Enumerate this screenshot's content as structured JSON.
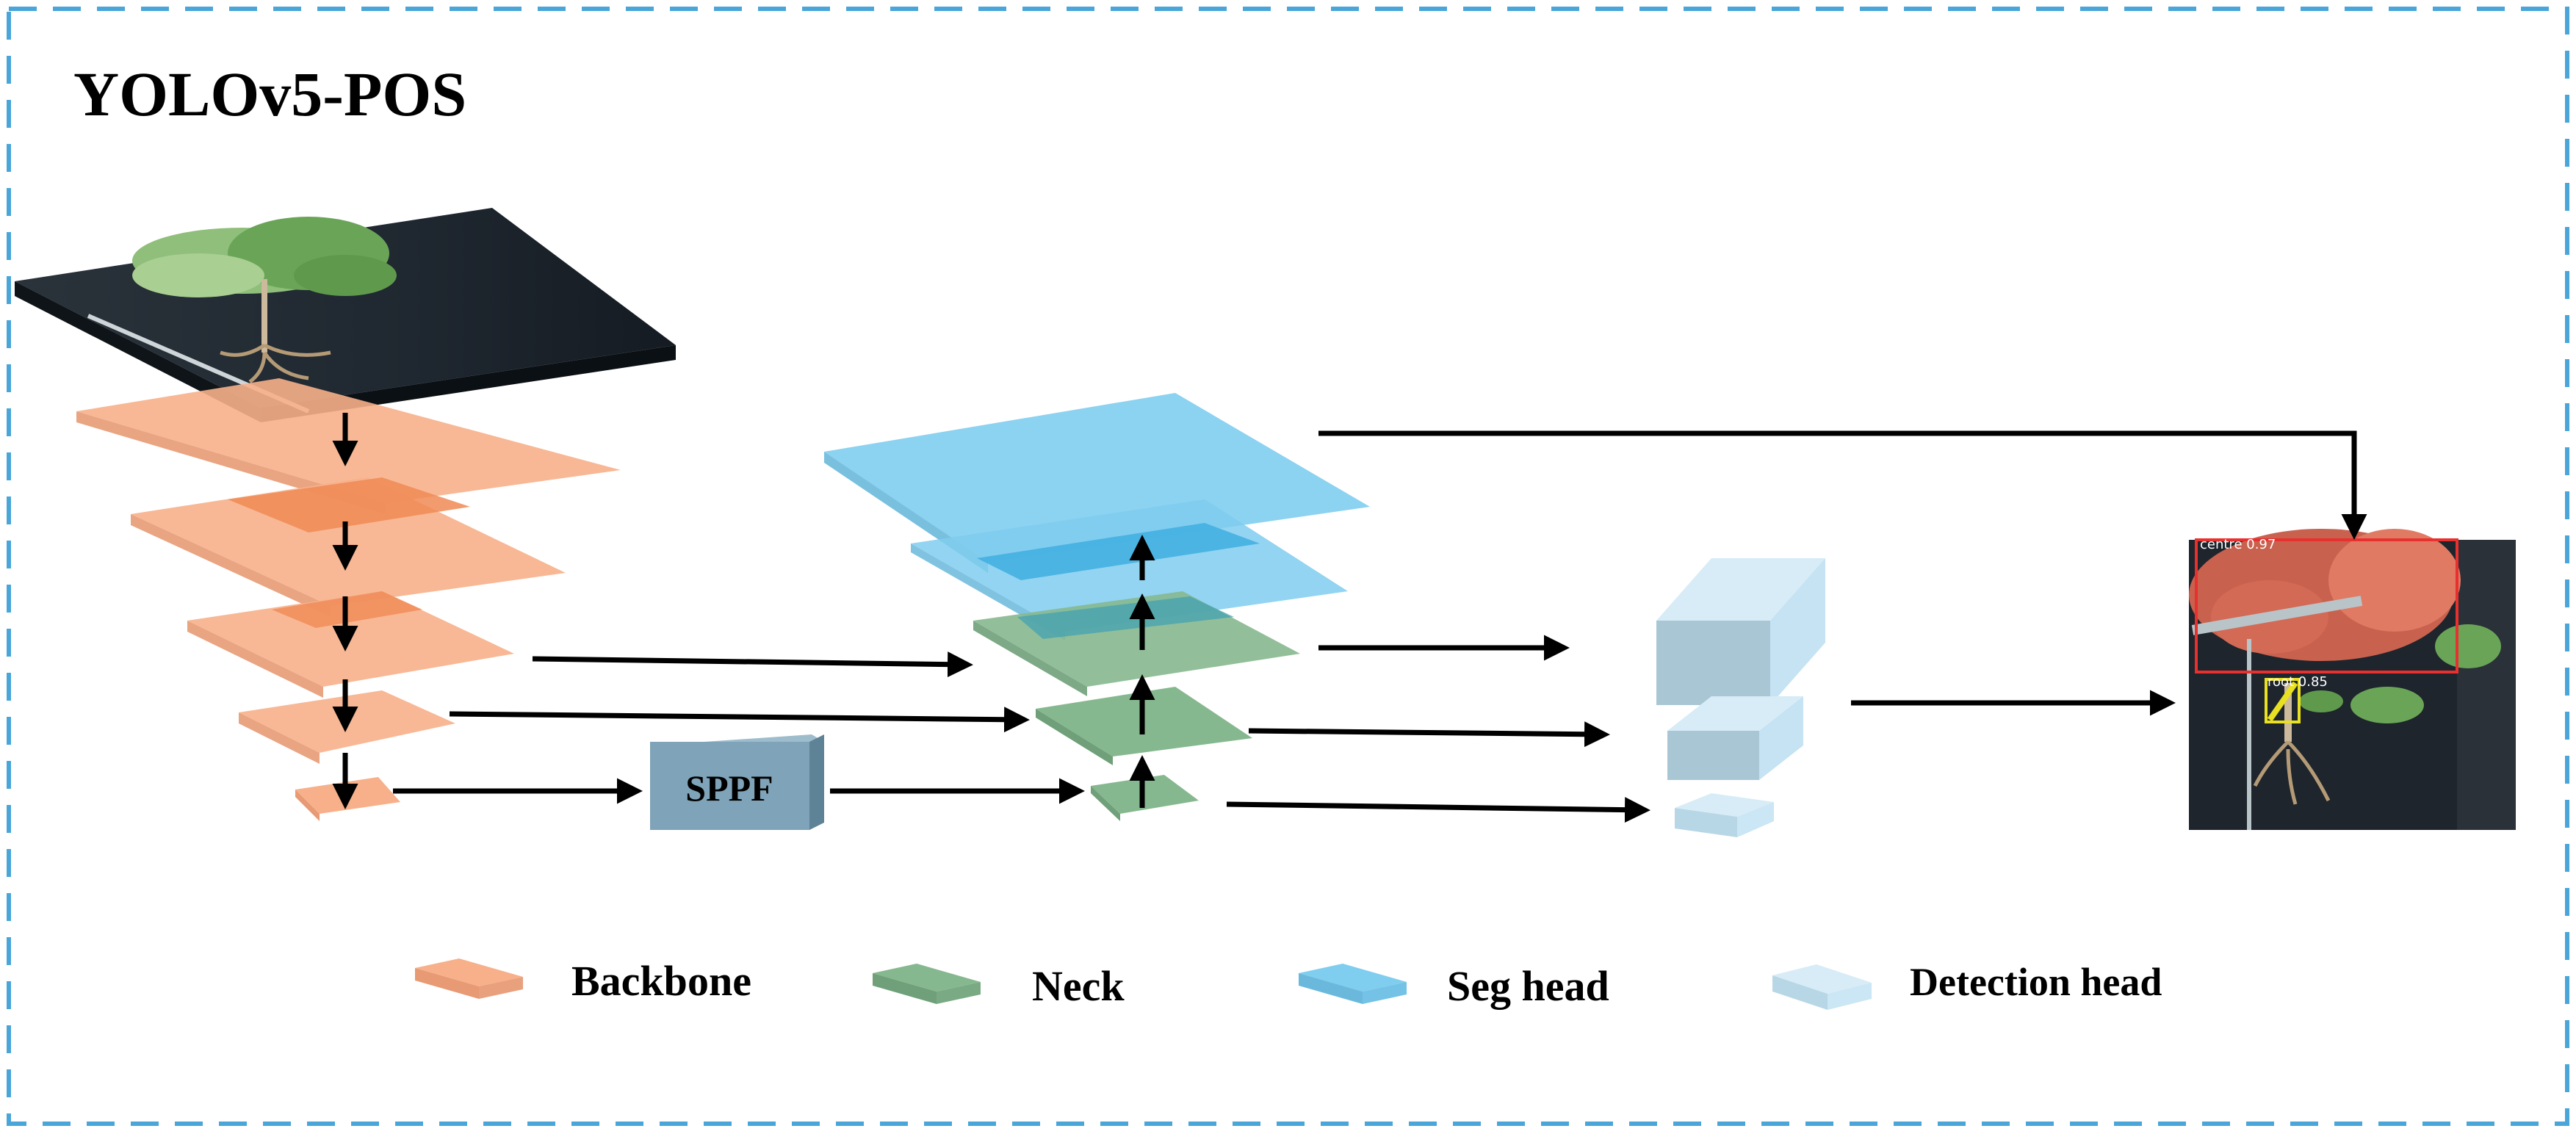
{
  "title": "YOLOv5-POS",
  "sppf_label": "SPPF",
  "legend": [
    {
      "label": "Backbone"
    },
    {
      "label": "Neck"
    },
    {
      "label": "Seg head"
    },
    {
      "label": "Detection head"
    }
  ],
  "result_labels": {
    "centre": "centre 0.97",
    "root": "root 0.85"
  },
  "colors": {
    "border": "#4aa6d9",
    "backbone": "#f7b08a",
    "backbone_overlap": "#f08a55",
    "neck": "#86b88f",
    "seg_head": "#7fcdef",
    "seg_overlap": "#40aee0",
    "detection_head": "#bfe1f2",
    "sppf": "#7fa3b8",
    "arrow": "#000000",
    "centre_box": "#e8302e",
    "root_box": "#e8e020"
  }
}
